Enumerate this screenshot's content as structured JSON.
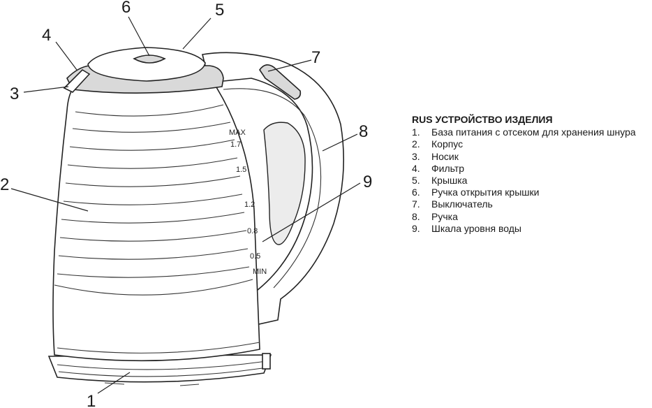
{
  "legend": {
    "title": "RUS УСТРОЙСТВО ИЗДЕЛИЯ",
    "items": [
      {
        "num": "1.",
        "text": "База питания с отсеком для хранения шнура"
      },
      {
        "num": "2.",
        "text": "Корпус"
      },
      {
        "num": "3.",
        "text": "Носик"
      },
      {
        "num": "4.",
        "text": "Фильтр"
      },
      {
        "num": "5.",
        "text": "Крышка"
      },
      {
        "num": "6.",
        "text": "Ручка открытия крышки"
      },
      {
        "num": "7.",
        "text": "Выключатель"
      },
      {
        "num": "8.",
        "text": "Ручка"
      },
      {
        "num": "9.",
        "text": "Шкала уровня воды"
      }
    ]
  },
  "callouts": [
    "1",
    "2",
    "3",
    "4",
    "5",
    "6",
    "7",
    "8",
    "9"
  ],
  "scale": [
    "MAX",
    "1.7",
    "1.5",
    "1.2",
    "0.8",
    "0.5",
    "MIN"
  ]
}
